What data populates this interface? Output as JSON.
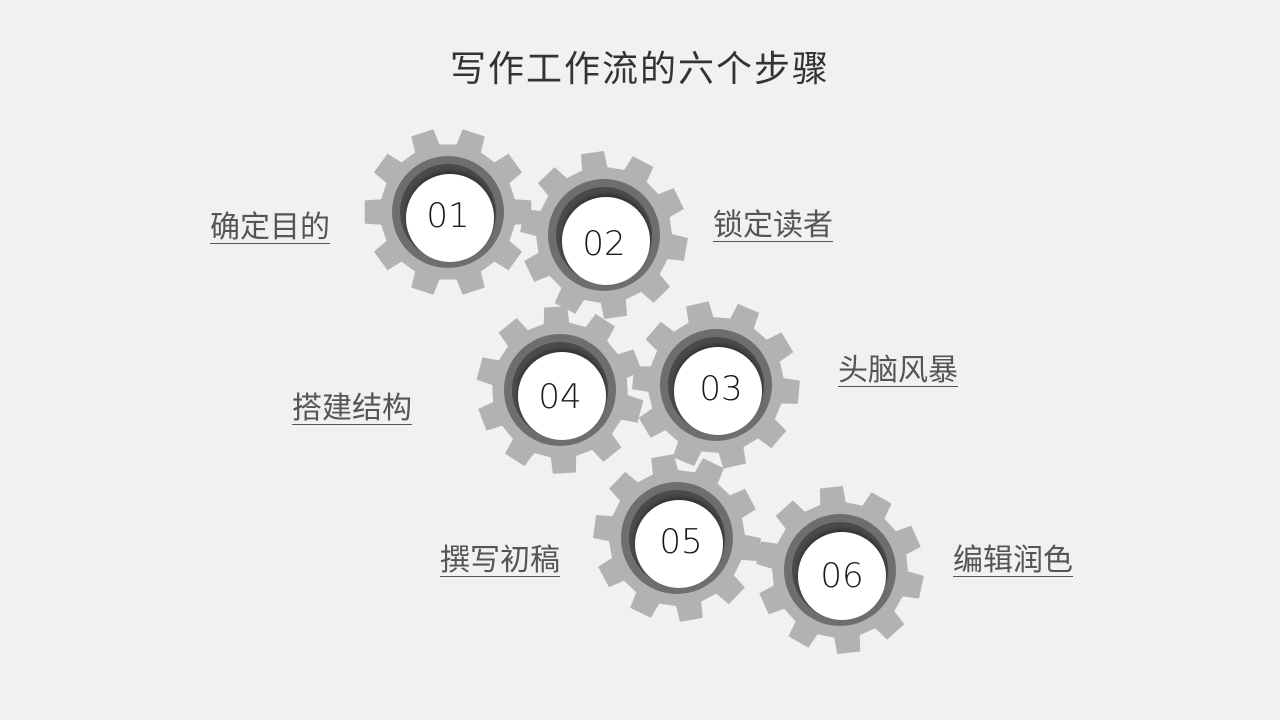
{
  "title": "写作工作流的六个步骤",
  "steps": [
    {
      "number": "01",
      "label": "确定目的"
    },
    {
      "number": "02",
      "label": "锁定读者"
    },
    {
      "number": "03",
      "label": "头脑风暴"
    },
    {
      "number": "04",
      "label": "搭建结构"
    },
    {
      "number": "05",
      "label": "撰写初稿"
    },
    {
      "number": "06",
      "label": "编辑润色"
    }
  ],
  "colors": {
    "background": "#f1f1f1",
    "gear_outer": "#b0b2b4",
    "gear_ring": "#6e6e70",
    "gear_ring_dark": "#4a4a4c",
    "gear_center": "#ffffff"
  }
}
